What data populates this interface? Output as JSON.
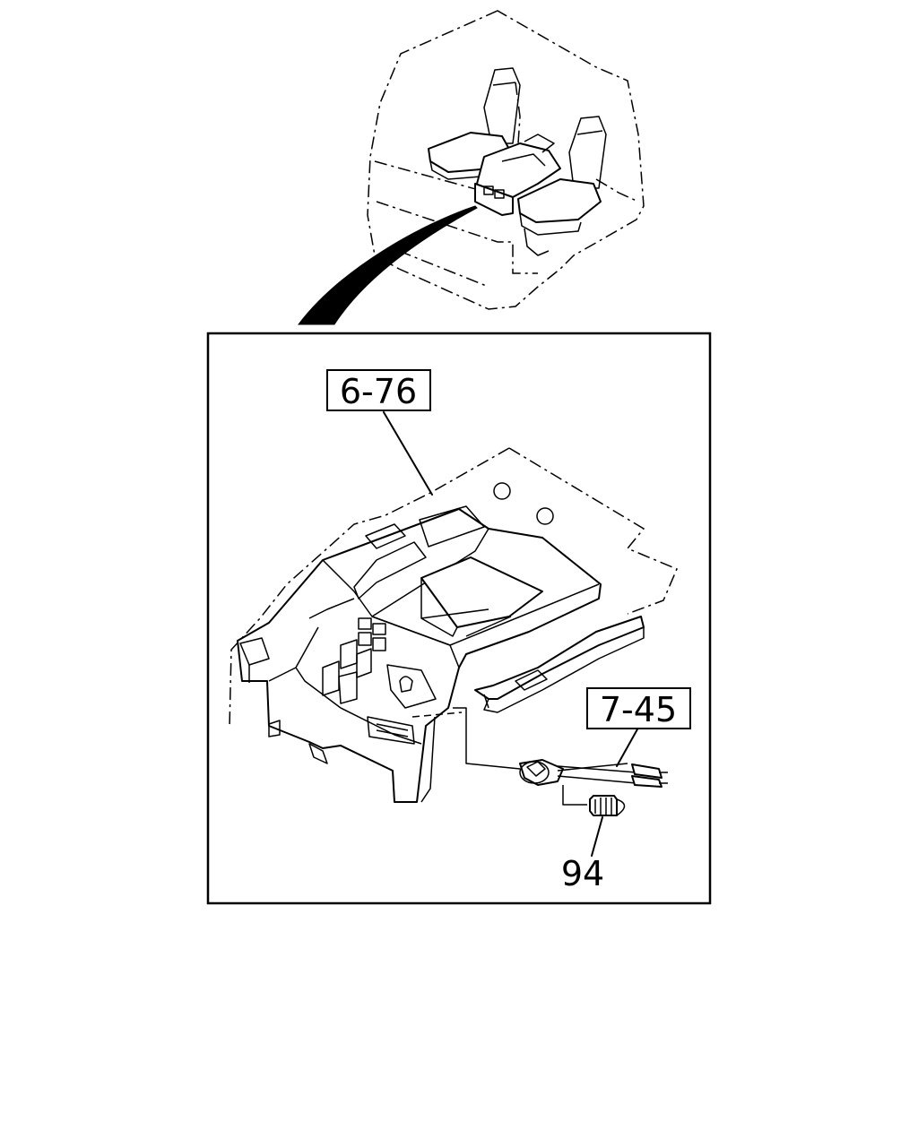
{
  "callouts": {
    "console_ref": "6-76",
    "cable_ref": "7-45",
    "screw_ref": "94"
  }
}
